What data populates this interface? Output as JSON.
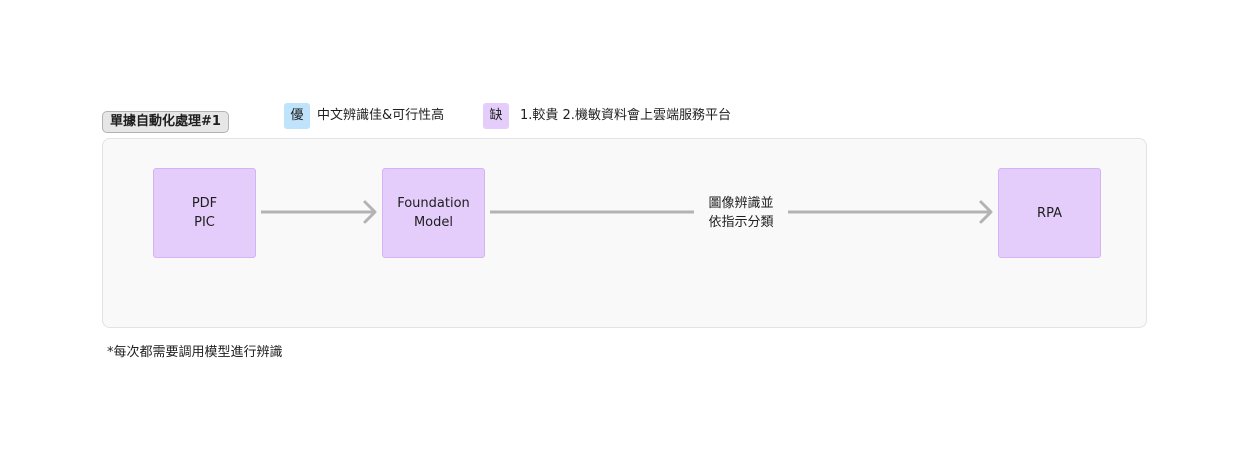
{
  "diagram": {
    "title": "單據自動化處理#1",
    "legend": {
      "pro": {
        "badge": "優",
        "text": "中文辨識佳&可行性高",
        "color": "#bee3fb"
      },
      "con": {
        "badge": "缺",
        "text": "1.較貴 2.機敏資料會上雲端服務平台",
        "color": "#e4cdfa"
      }
    },
    "nodes": [
      {
        "id": "input",
        "lines": [
          "PDF",
          "PIC"
        ]
      },
      {
        "id": "foundation-model",
        "lines": [
          "Foundation",
          "Model"
        ]
      },
      {
        "id": "rpa",
        "lines": [
          "RPA"
        ]
      }
    ],
    "edges": [
      {
        "from": "input",
        "to": "foundation-model",
        "label": ""
      },
      {
        "from": "foundation-model",
        "to": "rpa",
        "label_lines": [
          "圖像辨識並",
          "依指示分類"
        ]
      }
    ],
    "footnote": "*每次都需要調用模型進行辨識",
    "colors": {
      "node_fill": "#e4ccfb",
      "arrow": "#b3b3b3",
      "container": "#f9f9f9"
    }
  }
}
